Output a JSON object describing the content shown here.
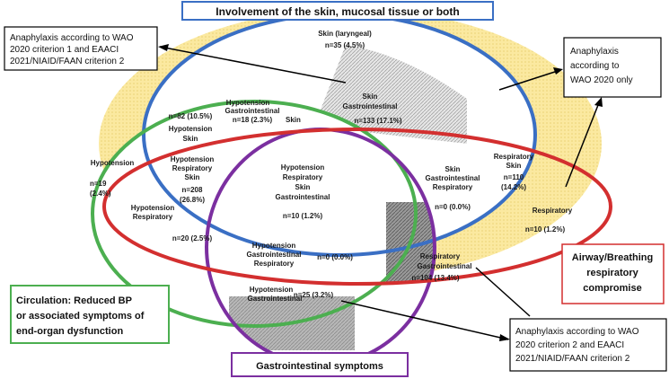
{
  "title": "Involvement of the skin, mucosal tissue or both",
  "callouts": {
    "wao1_line1": "Anaphylaxis according to WAO",
    "wao1_line2": "2020 criterion 1 and EAACI",
    "wao1_line3": "2021/NIAID/FAAN criterion 2",
    "wao_only_line1": "Anaphylaxis",
    "wao_only_line2": "according to",
    "wao_only_line3": "WAO 2020 only",
    "wao2_line1": "Anaphylaxis according to WAO",
    "wao2_line2": "2020 criterion 2 and EAACI",
    "wao2_line3": "2021/NIAID/FAAN criterion 2"
  },
  "set_labels": {
    "circulation_line1": "Circulation: Reduced BP",
    "circulation_line2": "or associated symptoms of",
    "circulation_line3": "end-organ dysfunction",
    "airway_line1": "Airway/Breathing",
    "airway_line2": "respiratory",
    "airway_line3": "compromise",
    "gi": "Gastrointestinal symptoms"
  },
  "regions": {
    "skin_laryngeal": {
      "name": "Skin (laryngeal)",
      "count": "n=35 (4.5%)"
    },
    "skin_gi": {
      "name1": "Skin",
      "name2": "Gastrointestinal",
      "count": "n=133 (17.1%)"
    },
    "hypo_gi_skin": {
      "name1": "Hypotension",
      "name2": "Gastrointestinal",
      "name3": "Skin",
      "count": "n=18 (2.3%)"
    },
    "hypo_skin": {
      "name1": "Hypotension",
      "name2": "Skin",
      "count": "n=82 (10.5%)"
    },
    "hypo": {
      "name": "Hypotension",
      "count1": "n=19",
      "count2": "(2.4%)"
    },
    "hypo_resp_skin": {
      "name1": "Hypotension",
      "name2": "Respiratory",
      "name3": "Skin",
      "count1": "n=208",
      "count2": "(26.8%)"
    },
    "all_four": {
      "name1": "Hypotension",
      "name2": "Respiratory",
      "name3": "Skin",
      "name4": "Gastrointestinal",
      "count": "n=10 (1.2%)"
    },
    "skin_gi_resp": {
      "name1": "Skin",
      "name2": "Gastrointestinal",
      "name3": "Respiratory",
      "count": "n=0 (0.0%)"
    },
    "resp_skin": {
      "name1": "Respiratory",
      "name2": "Skin",
      "count1": "n=110",
      "count2": "(14.2%)"
    },
    "hypo_resp": {
      "name1": "Hypotension",
      "name2": "Respiratory",
      "count": "n=20 (2.5%)"
    },
    "resp": {
      "name": "Respiratory",
      "count": "n=10 (1.2%)"
    },
    "hypo_gi_resp": {
      "name1": "Hypotension",
      "name2": "Gastrointestinal",
      "name3": "Respiratory",
      "count": "n=0 (0.0%)"
    },
    "resp_gi": {
      "name1": "Respiratory",
      "name2": "Gastrointestinal",
      "count": "n=104 (13.4%)"
    },
    "hypo_gi": {
      "name1": "Hypotension",
      "name2": "Gastrointestinal",
      "count": "n=25 (3.2%)"
    }
  },
  "colors": {
    "skin": "#3a6fc4",
    "circulation": "#4caf50",
    "gi": "#7b2fa0",
    "airway": "#d32f2f",
    "wao_only_fill": "#fbe9a0",
    "criterion_fill": "#d8d8d8"
  }
}
